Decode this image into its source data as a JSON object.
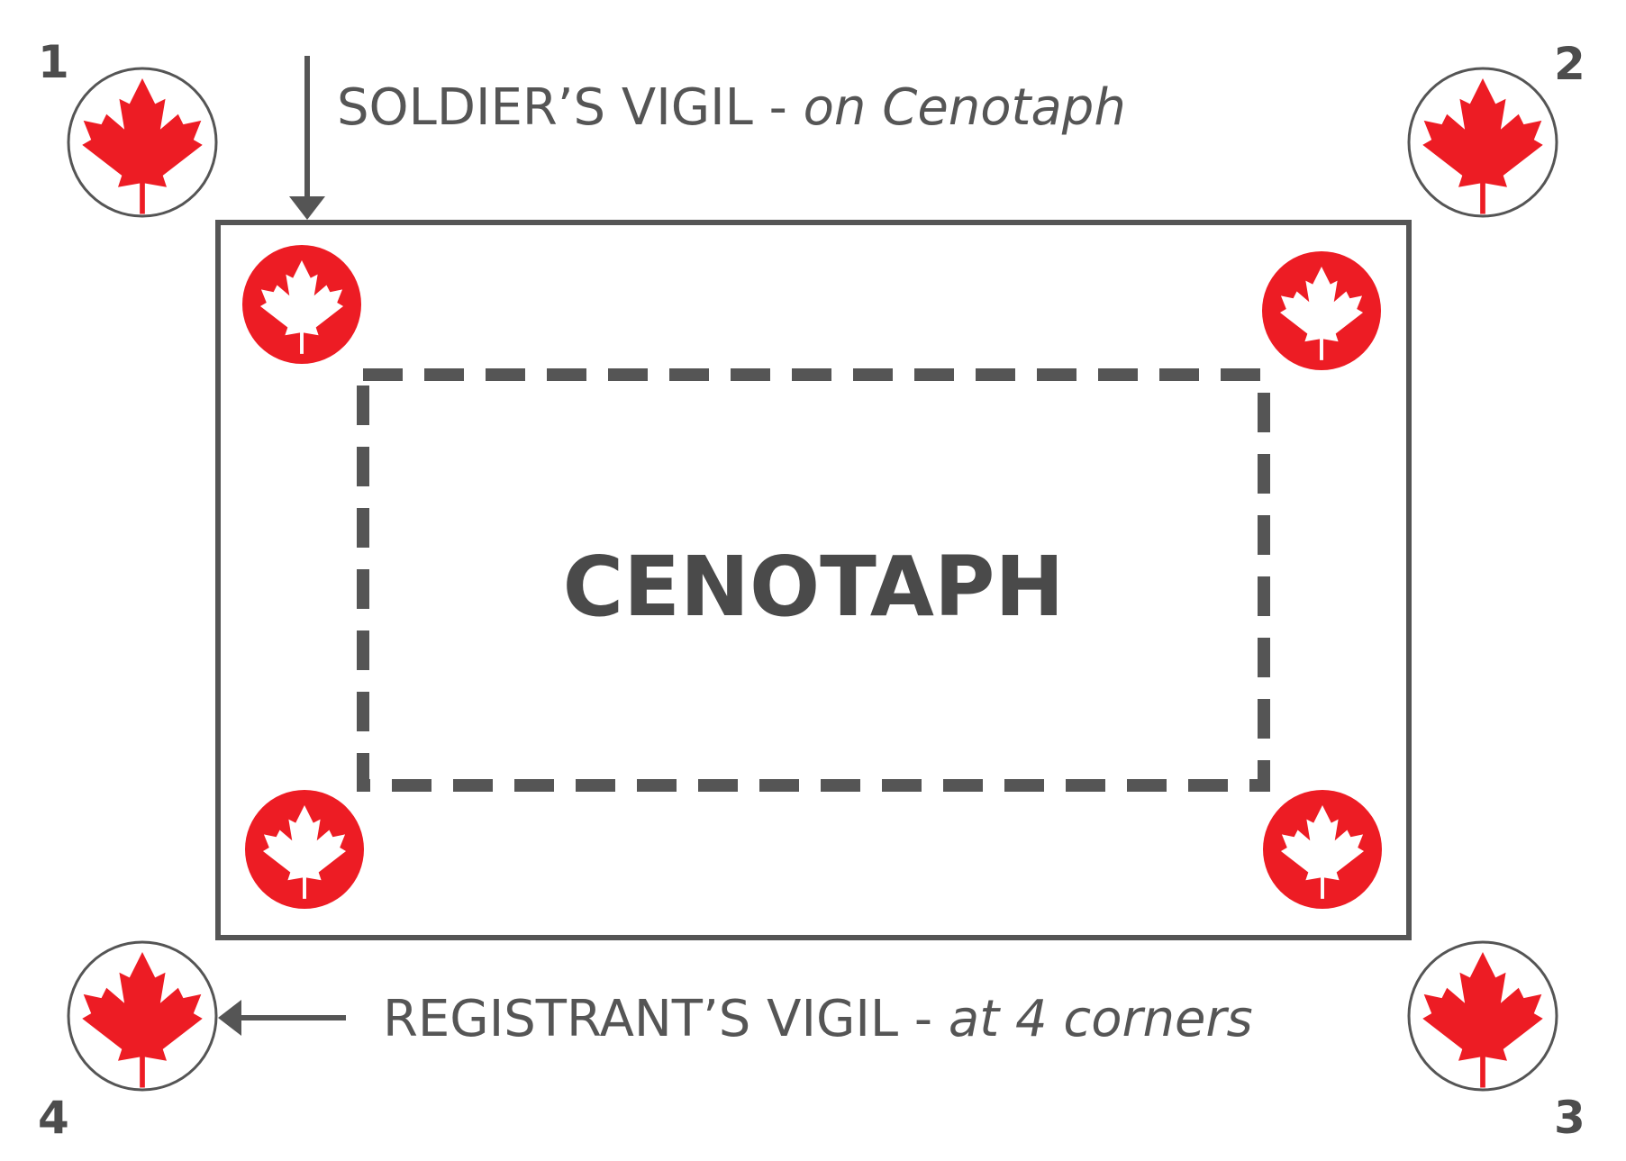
{
  "soldier_vigil": {
    "label": "SOLDIER’S VIGIL - ",
    "location": "on Cenotaph"
  },
  "registrant_vigil": {
    "label": "REGISTRANT’S  VIGIL - ",
    "location": "at 4 corners"
  },
  "cenotaph": {
    "title": "CENOTAPH"
  },
  "corners": [
    "1",
    "2",
    "3",
    "4"
  ],
  "icons": {
    "corner_marker": "maple-leaf-icon",
    "soldier_marker": "maple-leaf-icon"
  },
  "colors": {
    "maple_red": "#ed1c24",
    "outline": "#555555",
    "text": "#4d4d4d",
    "background": "#ffffff"
  }
}
